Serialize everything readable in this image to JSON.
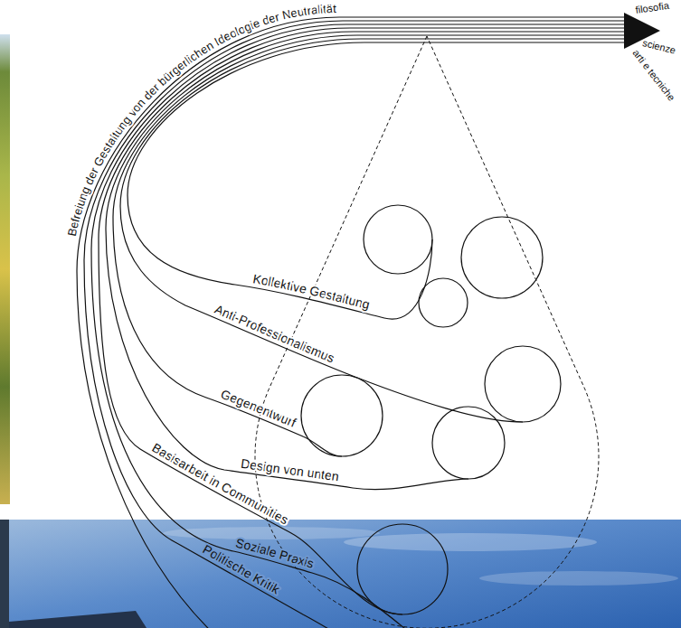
{
  "diagram": {
    "labels": [
      "Befreiung der Gestaltung von der bürgerlichen Ideologie der Neutralität",
      "filosofia",
      "scienze",
      "arti e tecniche",
      "Kollektive Gestaltung",
      "Anti-Professionalismus",
      "Gegenentwurf",
      "Design von unten",
      "Basisarbeit in Communities",
      "Soziale Praxis",
      "Politische Kritik"
    ]
  }
}
